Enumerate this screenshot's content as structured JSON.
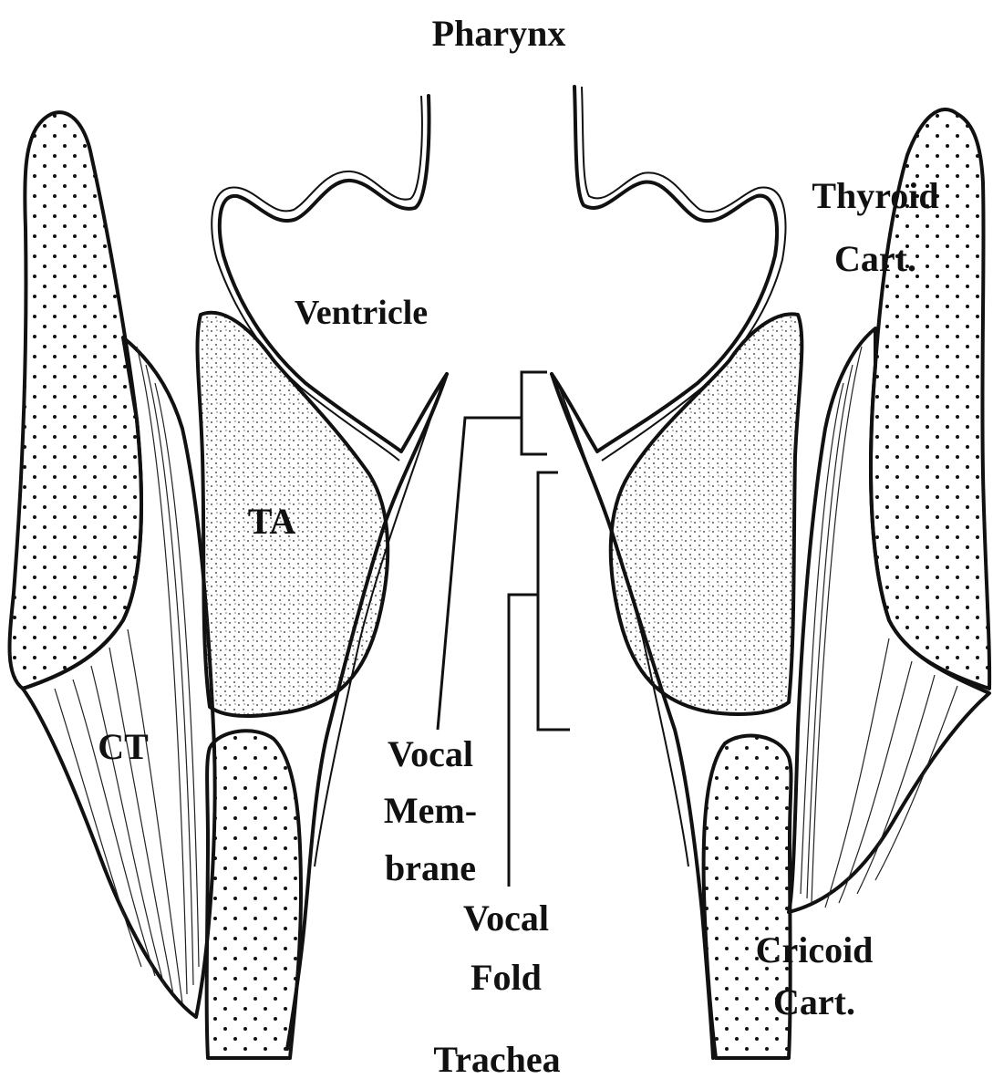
{
  "labels": {
    "pharynx": "Pharynx",
    "ventricle": "Ventricle",
    "thyroid_line1": "Thyroid",
    "thyroid_line2": "Cart.",
    "ta": "TA",
    "ct": "CT",
    "vocal_membrane_line1": "Vocal",
    "vocal_membrane_line2": "Mem-",
    "vocal_membrane_line3": "brane",
    "vocal_fold_line1": "Vocal",
    "vocal_fold_line2": "Fold",
    "cricoid_line1": "Cricoid",
    "cricoid_line2": "Cart.",
    "trachea": "Trachea"
  }
}
